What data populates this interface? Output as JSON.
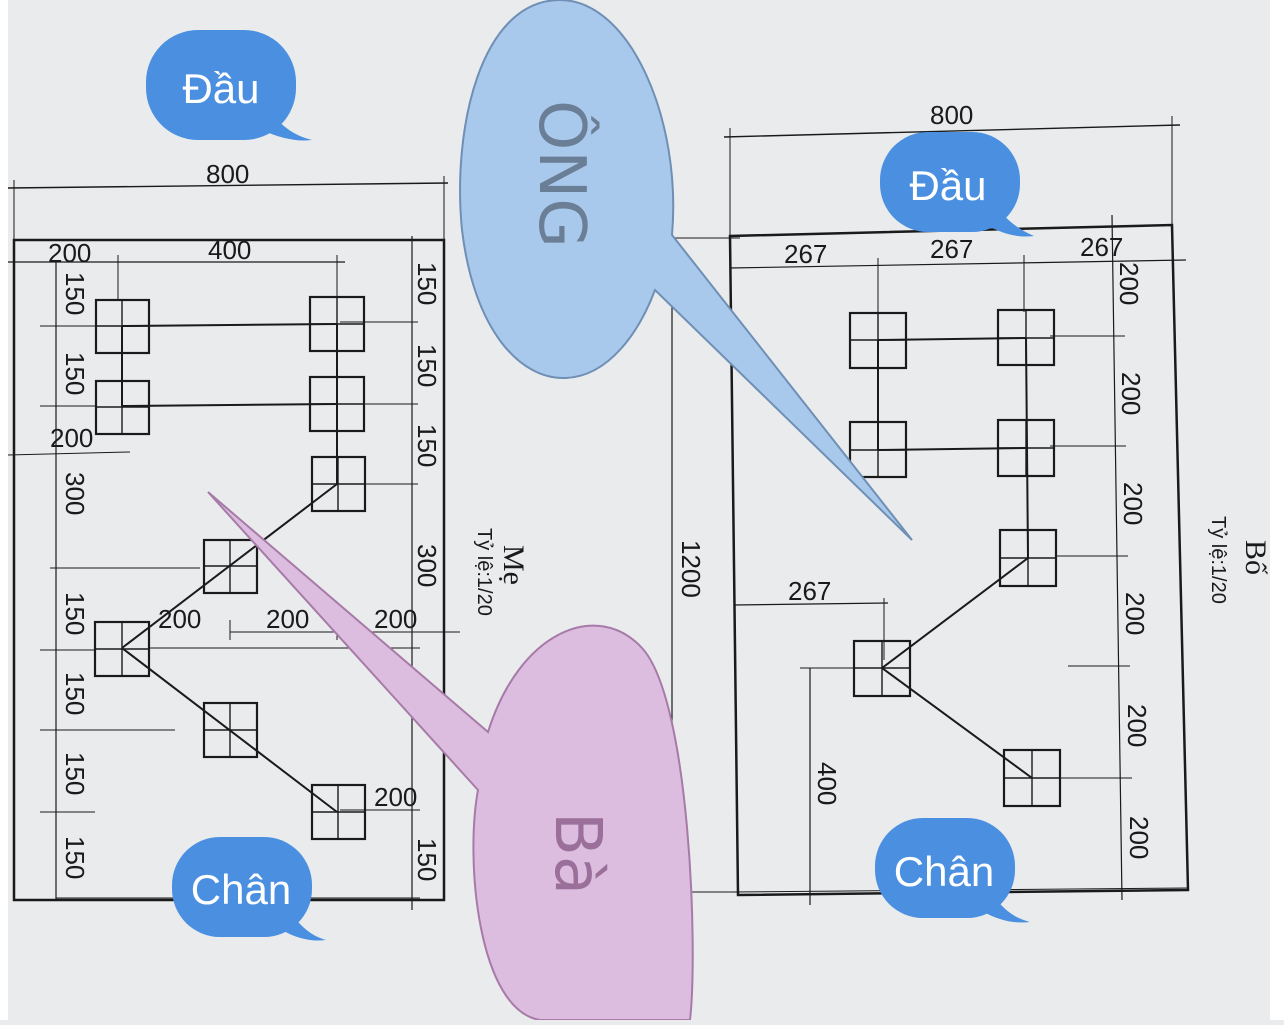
{
  "left_plan": {
    "title": "Mẹ",
    "scale": "Tỷ lệ:1/20",
    "top_width": "800",
    "top_row": [
      "200",
      "400"
    ],
    "left_side": [
      "150",
      "150",
      "200",
      "300",
      "150",
      "150",
      "150",
      "150"
    ],
    "right_side": [
      "150",
      "150",
      "150",
      "300",
      "",
      "150"
    ],
    "mid_row": [
      "200",
      "200",
      "200"
    ],
    "bottom_right": "200"
  },
  "middle_dim": "1200",
  "right_plan": {
    "title": "Bố",
    "scale": "Tỷ lệ:1/20",
    "top_width": "800",
    "top_row": [
      "267",
      "267",
      "267"
    ],
    "right_side": [
      "200",
      "200",
      "200",
      "200",
      "200",
      "200"
    ],
    "inner_dim": "267",
    "left_dim": "400"
  },
  "bubbles": {
    "left_head": "Đầu",
    "left_feet": "Chân",
    "right_head": "Đầu",
    "right_feet": "Chân"
  },
  "callouts": {
    "ong": "ÔNG",
    "ba": "Bà"
  },
  "colors": {
    "paper": "#e9ebed",
    "line": "#1a1a1a",
    "bubble_blue": "#4a8fe0",
    "ong_fill": "#a8c8ec",
    "ong_stroke": "#6f8fb5",
    "ong_text": "#6a7f95",
    "ba_fill": "#dcbde0",
    "ba_stroke": "#a77aa8",
    "ba_text": "#9a6f9a"
  }
}
